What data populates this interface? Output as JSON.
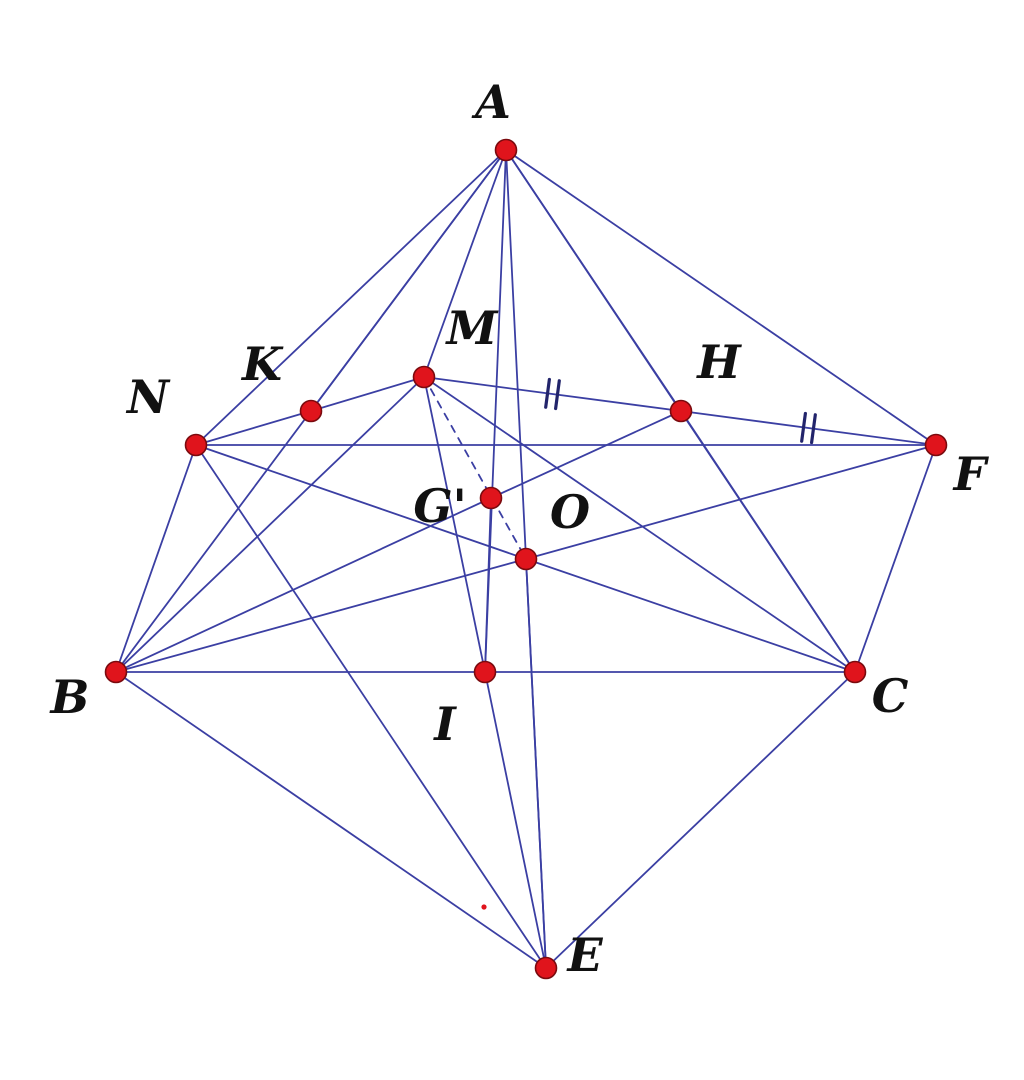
{
  "figure": {
    "accent_color": "#3b3fa3",
    "point_color": "#e0141c",
    "points": [
      {
        "id": "A",
        "label": "A"
      },
      {
        "id": "N",
        "label": "N"
      },
      {
        "id": "K",
        "label": "K"
      },
      {
        "id": "M",
        "label": "M"
      },
      {
        "id": "H",
        "label": "H"
      },
      {
        "id": "F",
        "label": "F"
      },
      {
        "id": "G",
        "label": "G'"
      },
      {
        "id": "O",
        "label": "O"
      },
      {
        "id": "B",
        "label": "B"
      },
      {
        "id": "I",
        "label": "I"
      },
      {
        "id": "C",
        "label": "C"
      },
      {
        "id": "E",
        "label": "E"
      }
    ],
    "edges": [
      [
        "A",
        "N"
      ],
      [
        "A",
        "K"
      ],
      [
        "A",
        "M"
      ],
      [
        "A",
        "I"
      ],
      [
        "A",
        "E"
      ],
      [
        "A",
        "H"
      ],
      [
        "A",
        "F"
      ],
      [
        "A",
        "B"
      ],
      [
        "A",
        "C"
      ],
      [
        "N",
        "K"
      ],
      [
        "K",
        "M"
      ],
      [
        "M",
        "H"
      ],
      [
        "H",
        "F"
      ],
      [
        "N",
        "F"
      ],
      [
        "N",
        "B"
      ],
      [
        "N",
        "O"
      ],
      [
        "N",
        "E"
      ],
      [
        "M",
        "B"
      ],
      [
        "M",
        "I"
      ],
      [
        "M",
        "C"
      ],
      [
        "H",
        "C"
      ],
      [
        "H",
        "G"
      ],
      [
        "F",
        "C"
      ],
      [
        "F",
        "O"
      ],
      [
        "G",
        "I"
      ],
      [
        "G",
        "B"
      ],
      [
        "O",
        "B"
      ],
      [
        "O",
        "C"
      ],
      [
        "O",
        "E"
      ],
      [
        "B",
        "C"
      ],
      [
        "B",
        "E"
      ],
      [
        "I",
        "E"
      ],
      [
        "C",
        "E"
      ]
    ],
    "dashed_edges": [
      [
        "M",
        "O"
      ]
    ],
    "equal_marks": [
      [
        "M",
        "H"
      ],
      [
        "H",
        "F"
      ]
    ]
  }
}
